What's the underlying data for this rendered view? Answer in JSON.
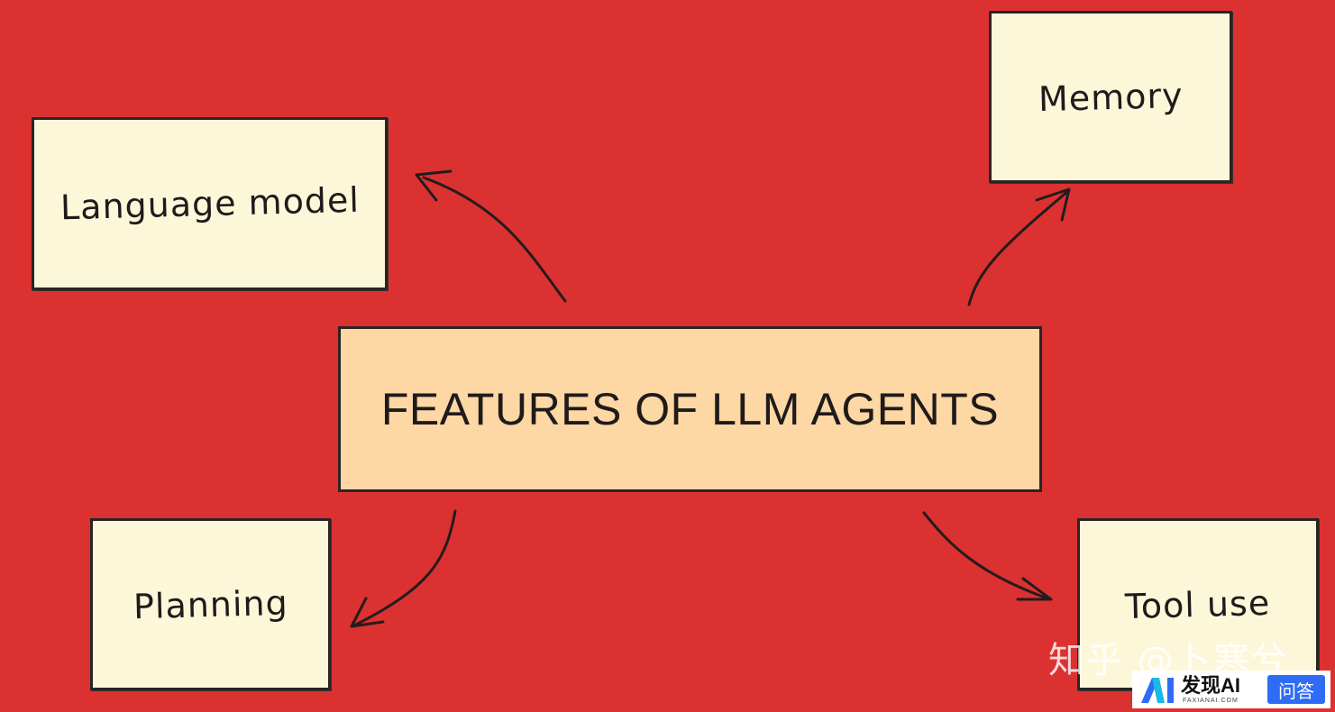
{
  "diagram": {
    "center": {
      "label": "FEATURES OF LLM AGENTS"
    },
    "nodes": {
      "language_model": {
        "label": "Language model"
      },
      "memory": {
        "label": "Memory"
      },
      "planning": {
        "label": "Planning"
      },
      "tool_use": {
        "label": "Tool use"
      }
    },
    "colors": {
      "background": "#dc3131",
      "node_fill": "#fdf7da",
      "center_fill": "#fdd7a4",
      "stroke": "#2a2424"
    }
  },
  "watermark": {
    "text": "知乎 @卜寒兮"
  },
  "badge": {
    "name": "发现AI",
    "sub": "FAXIANAI.COM",
    "qa": "问答",
    "logo_icon": "ai-logo-icon"
  }
}
